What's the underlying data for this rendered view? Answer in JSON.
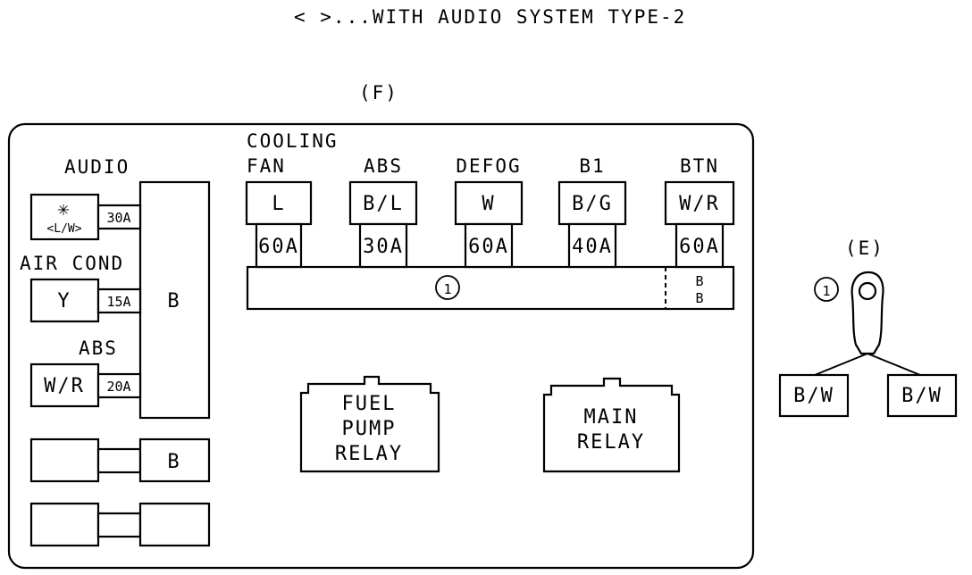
{
  "header": {
    "legend": "< >...WITH AUDIO SYSTEM TYPE-2"
  },
  "block_f": {
    "label": "(F)",
    "left_fuses": [
      {
        "title": "AUDIO",
        "wire": "<L/W>",
        "mark": "✳",
        "amp": "30A"
      },
      {
        "title": "AIR COND",
        "wire": "Y",
        "amp": "15A"
      },
      {
        "title": "ABS",
        "wire": "W/R",
        "amp": "20A"
      }
    ],
    "left_bus_wire": "B",
    "lower_box_wire": "B",
    "top_fuses": [
      {
        "title_line1": "COOLING",
        "title_line2": "FAN",
        "wire": "L",
        "amp": "60A"
      },
      {
        "title_line1": "",
        "title_line2": "ABS",
        "wire": "B/L",
        "amp": "30A"
      },
      {
        "title_line1": "",
        "title_line2": "DEFOG",
        "wire": "W",
        "amp": "60A"
      },
      {
        "title_line1": "",
        "title_line2": "B1",
        "wire": "B/G",
        "amp": "40A"
      },
      {
        "title_line1": "",
        "title_line2": "BTN",
        "wire": "W/R",
        "amp": "60A"
      }
    ],
    "bus_marker": "①",
    "bus_end_line1": "B",
    "bus_end_line2": "B",
    "fuel_pump_relay": [
      "FUEL",
      "PUMP",
      "RELAY"
    ],
    "main_relay": [
      "MAIN",
      "RELAY"
    ]
  },
  "terminal_e": {
    "label": "(E)",
    "marker": "①",
    "wires": [
      "B/W",
      "B/W"
    ]
  }
}
